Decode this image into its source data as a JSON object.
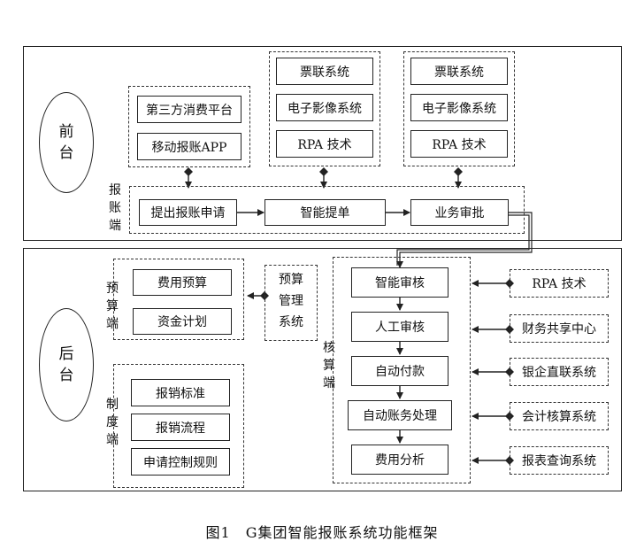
{
  "front": {
    "label": "前\n台",
    "channel_group": [
      "第三方消费平台",
      "移动报账APP"
    ],
    "tech_group_1": [
      "票联系统",
      "电子影像系统",
      "RPA 技术"
    ],
    "tech_group_2": [
      "票联系统",
      "电子影像系统",
      "RPA 技术"
    ],
    "reimburse_label": "报\n账\n端",
    "flow": [
      "提出报账申请",
      "智能提单",
      "业务审批"
    ]
  },
  "back": {
    "label": "后\n台",
    "budget_label": "预\n算\n端",
    "budget_items": [
      "费用预算",
      "资金计划"
    ],
    "budget_system": "预算\n管理\n系统",
    "policy_label": "制\n度\n端",
    "policy_items": [
      "报销标准",
      "报销流程",
      "申请控制规则"
    ],
    "accounting_label": "核\n算\n端",
    "accounting_flow": [
      "智能审核",
      "人工审核",
      "自动付款",
      "自动账务处理",
      "费用分析"
    ],
    "support_systems": [
      "RPA 技术",
      "财务共享中心",
      "银企直联系统",
      "会计核算系统",
      "报表查询系统"
    ]
  },
  "caption": "图1　G集团智能报账系统功能框架"
}
